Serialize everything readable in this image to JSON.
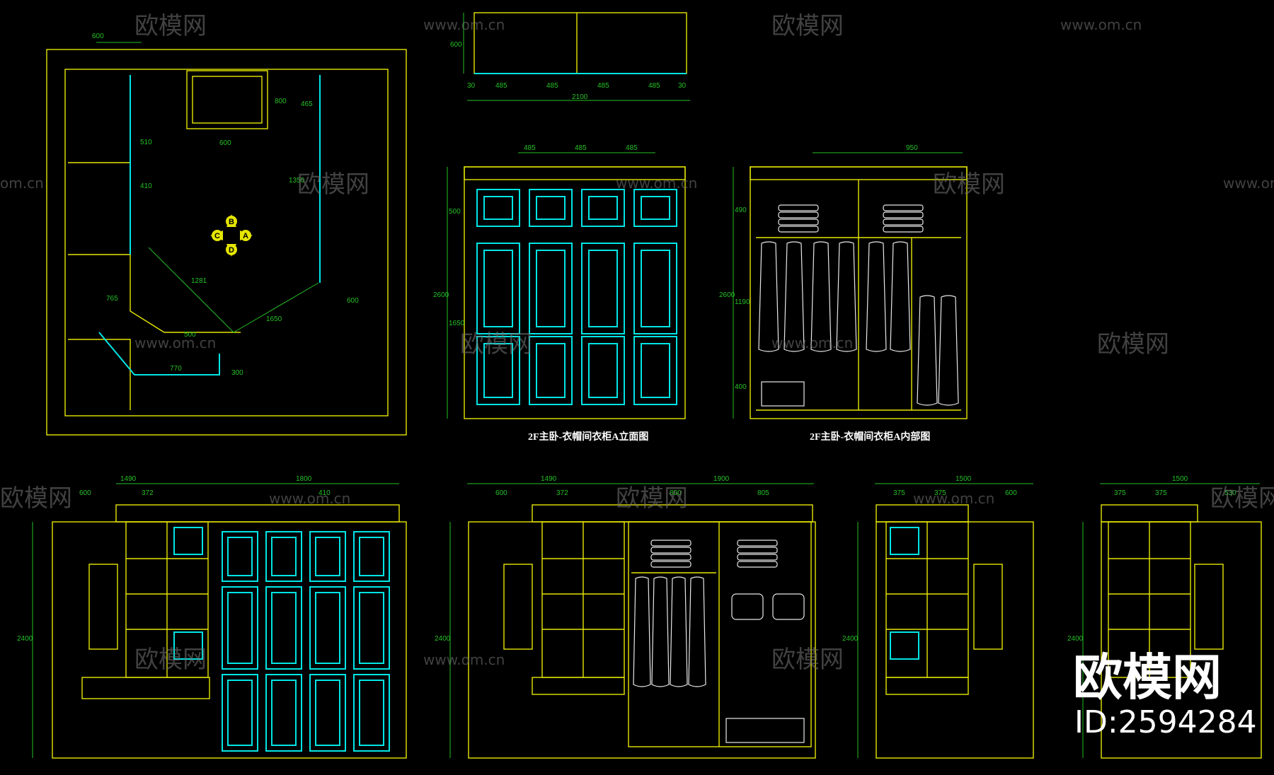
{
  "captions": {
    "front_elevation_a": "2F主卧-衣帽间衣柜A立面图",
    "interior_a": "2F主卧-衣帽间衣柜A内部图"
  },
  "compass": {
    "north": "B",
    "west": "C",
    "east": "A",
    "south": "D"
  },
  "watermark": {
    "text": "欧模网",
    "url": "www.om.cn",
    "url_partial": "om.cn",
    "partial_left": "欧模网"
  },
  "brand": {
    "logo_text": "欧模网",
    "id_label": "ID:2594284"
  },
  "dimensions": {
    "plan_top": "600",
    "plan_closet_w": "600",
    "plan_right_w": "600",
    "plan_diag": "1281",
    "plan_bottom_diag": "1650",
    "plan_500": "500",
    "plan_770": "770",
    "plan_765": "765",
    "plan_seg_a": "510",
    "plan_seg_b": "410",
    "plan_seg_c": "800",
    "plan_seg_d": "465",
    "plan_seg_e": "1350",
    "plan_seg_f": "300",
    "top_view_total": "2100",
    "top_view_seg": "485",
    "top_view_end": "30",
    "top_view_depth": "600",
    "elev_a_col": "485",
    "elev_a_height": "2600",
    "elev_a_upper": "500",
    "elev_a_lower": "1650",
    "int_a_total": "950",
    "int_a_height": "2600",
    "int_a_shelf": "490",
    "int_a_hang": "1190",
    "int_a_low": "400",
    "bottom1_left": "1490",
    "bottom1_right": "1800",
    "bottom1_height": "2400",
    "bottom1_seg": "372",
    "bottom1_door": "410",
    "bottom1_small": "600",
    "bottom2_left": "1490",
    "bottom2_right": "1900",
    "bottom2_height": "2400",
    "bottom2_a": "600",
    "bottom2_b": "372",
    "bottom2_c": "890",
    "bottom2_d": "805",
    "bottom3_total": "1500",
    "bottom3_seg": "375",
    "bottom3_end": "600",
    "bottom3_height": "2400",
    "bottom4_total": "1500",
    "bottom4_seg": "375",
    "bottom4_end": "530",
    "bottom4_height": "2400"
  },
  "colors": {
    "cabinet_door": "#00e5e5",
    "outline": "#e6e600",
    "dimension": "#25c025",
    "background": "#000000",
    "watermark": "#777777"
  }
}
